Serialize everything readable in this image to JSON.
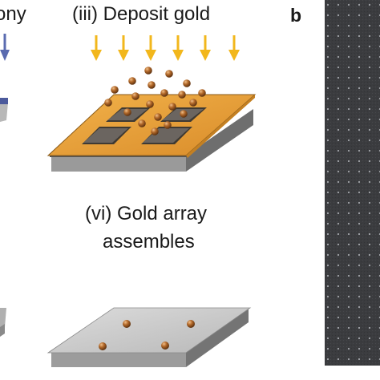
{
  "labels": {
    "step_cut": "ony",
    "step_deposit": "(iii) Deposit gold",
    "panel_b": "b",
    "step_assemble_line1": "(vi) Gold array",
    "step_assemble_line2": "assembles"
  },
  "colors": {
    "gold_arrow": "#f2b71c",
    "blue_arrow": "#5a6bb0",
    "gold_film": "#e8a23a",
    "gold_particle": "#a15a1f",
    "substrate_top": "#c8c8c8",
    "substrate_side": "#8f8f8f",
    "micrograph_bg": "#3a3b3e",
    "micrograph_dot": "#9c9ea3"
  },
  "icons": {
    "deposit_arrows": "down-arrow-icon",
    "particles": "gold-nanoparticle",
    "microscope_image": "sem-micrograph"
  }
}
